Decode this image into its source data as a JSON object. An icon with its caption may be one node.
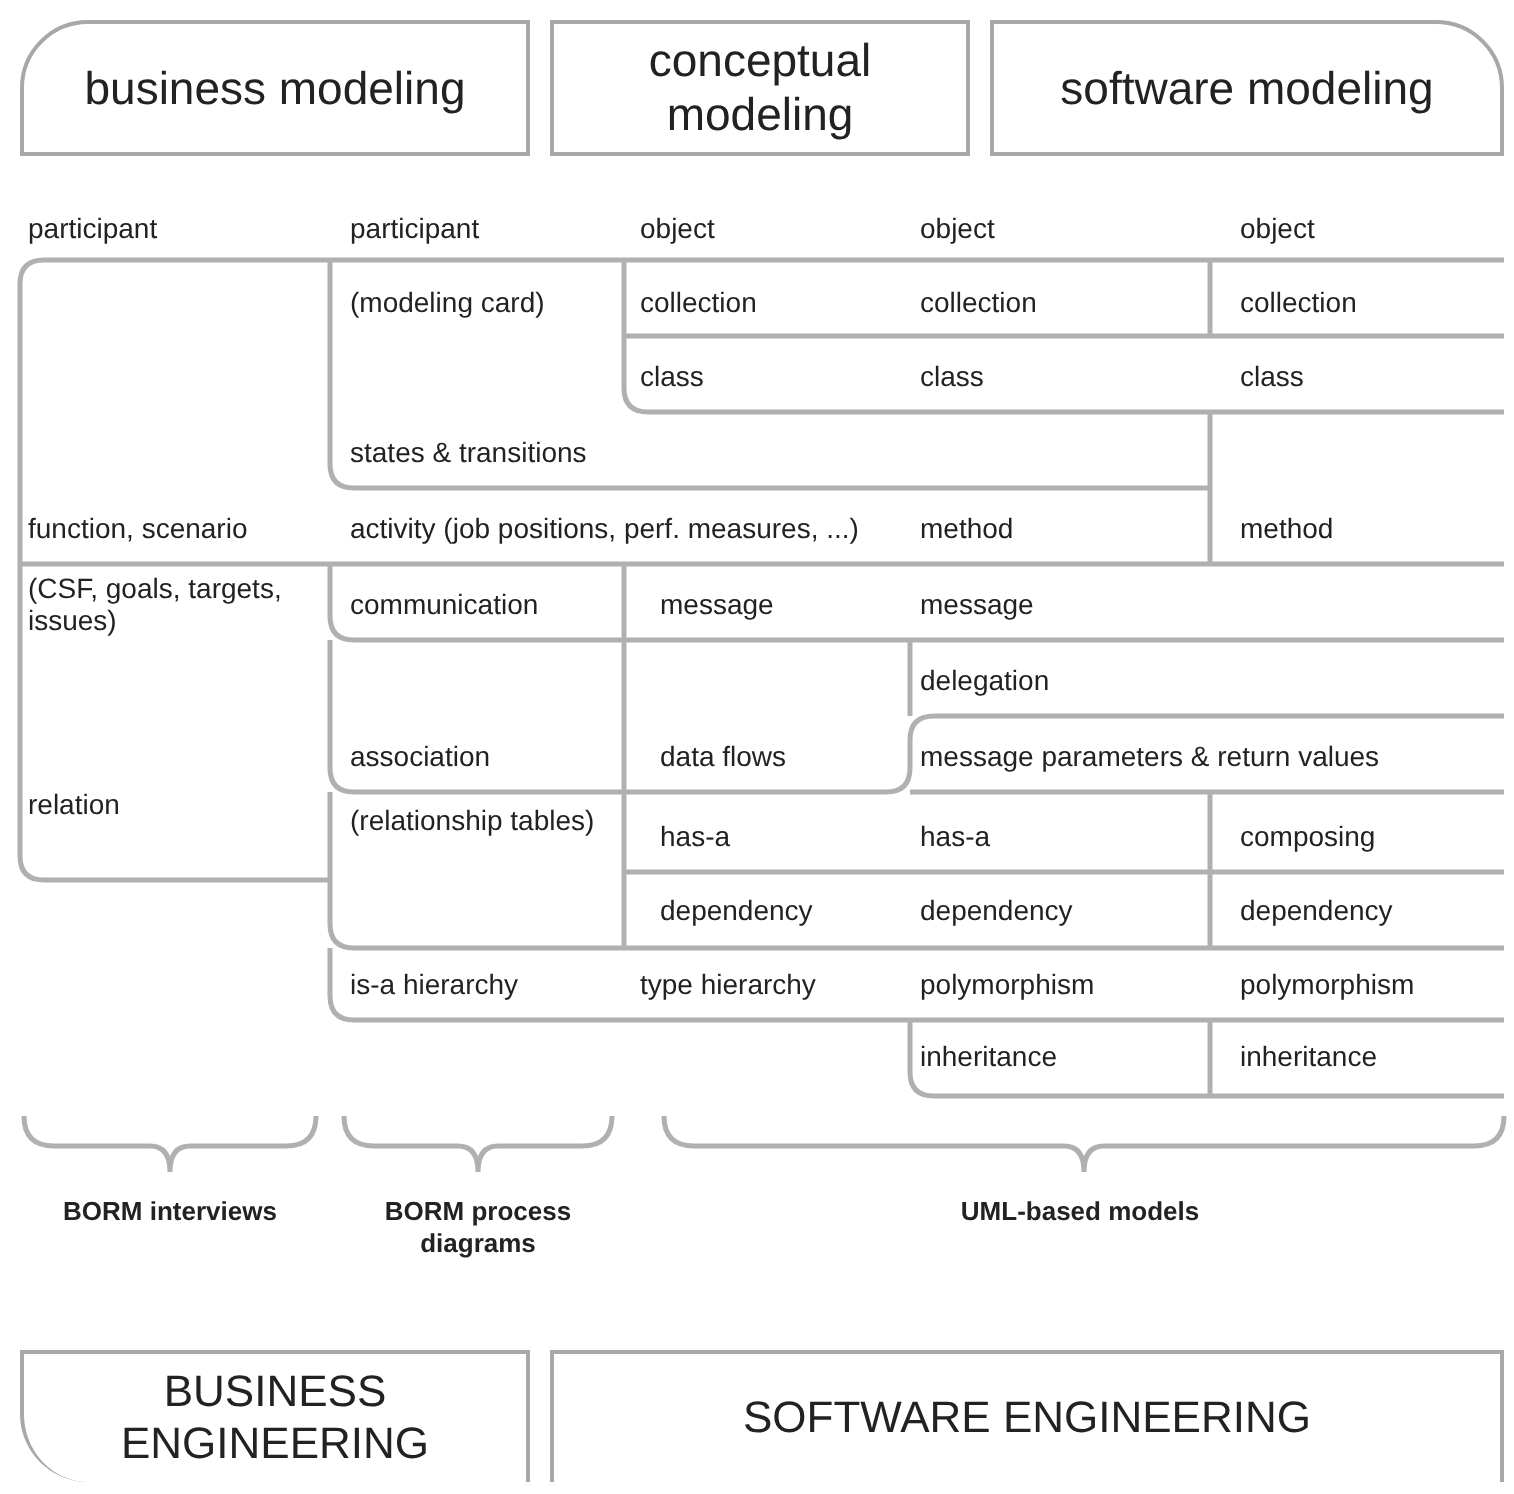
{
  "diagram": {
    "nodes": [
      {
        "text": [
          "business modeling"
        ]
      },
      {
        "text": [
          "conceptual modeling"
        ]
      },
      {
        "text": [
          "software modeling"
        ]
      },
      {
        "text": [
          "BUSINESS ENGINEERING"
        ]
      },
      {
        "text": [
          "SOFTWARE ENGINEERING"
        ]
      }
    ],
    "edges": [],
    "labels": [
      "participant",
      "participant",
      "object",
      "object",
      "object",
      "(modeling card)",
      "collection",
      "collection",
      "collection",
      "class",
      "class",
      "class",
      "states & transitions",
      "function, scenario",
      "activity (job positions, perf. measures, ...)",
      "method",
      "method",
      "(CSF, goals, targets, issues)",
      "communication",
      "message",
      "message",
      "delegation",
      "association",
      "data flows",
      "message parameters & return values",
      "relation",
      "(relationship tables)",
      "has-a",
      "has-a",
      "composing",
      "dependency",
      "dependency",
      "dependency",
      "is-a hierarchy",
      "type hierarchy",
      "polymorphism",
      "polymorphism",
      "inheritance",
      "inheritance",
      "BORM interviews",
      "BORM process diagrams",
      "UML-based models"
    ]
  }
}
